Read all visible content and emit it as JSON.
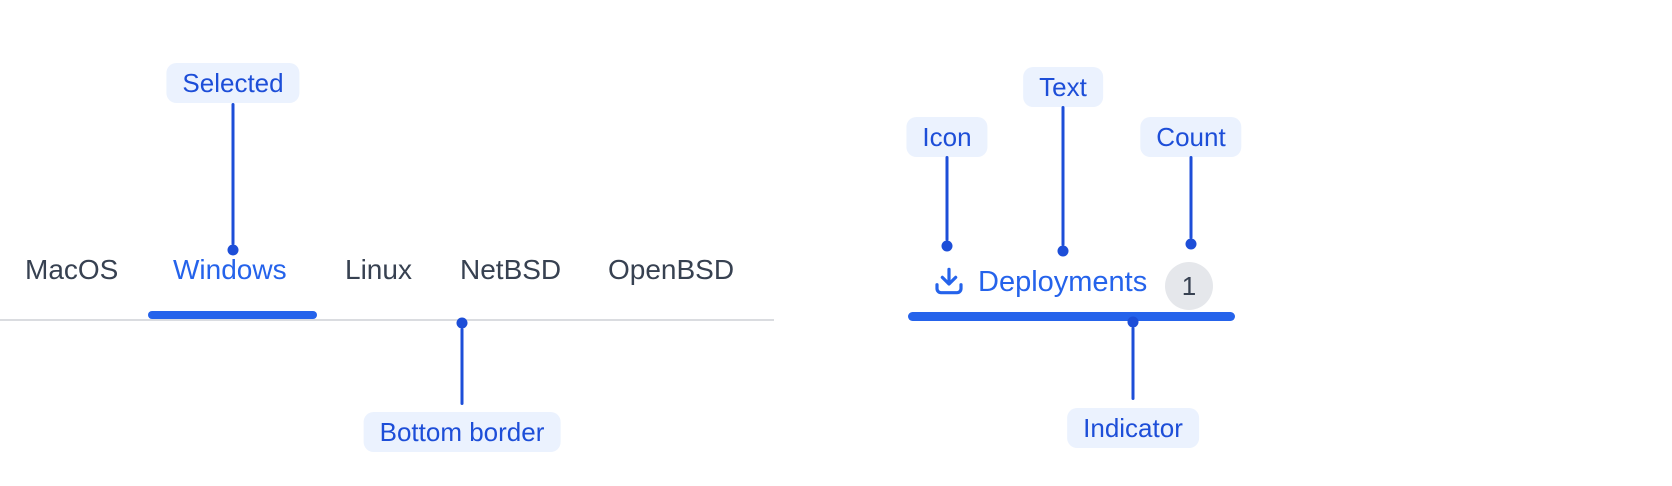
{
  "left_component": {
    "tabs": [
      {
        "label": "MacOS",
        "selected": false
      },
      {
        "label": "Windows",
        "selected": true
      },
      {
        "label": "Linux",
        "selected": false
      },
      {
        "label": "NetBSD",
        "selected": false
      },
      {
        "label": "OpenBSD",
        "selected": false
      }
    ],
    "annotations": {
      "selected": "Selected",
      "bottom_border": "Bottom border"
    }
  },
  "right_component": {
    "tab": {
      "icon": "download-icon",
      "label": "Deployments",
      "count": "1"
    },
    "annotations": {
      "icon": "Icon",
      "text": "Text",
      "count": "Count",
      "indicator": "Indicator"
    }
  },
  "colors": {
    "component_blue": "#2563EB",
    "annotation_blue": "#1D4ED8",
    "pill_bg": "#EBF2FE",
    "tab_text": "#374151",
    "border_gray": "#DADCE0",
    "badge_bg": "#E5E7EB",
    "badge_text": "#374151"
  }
}
